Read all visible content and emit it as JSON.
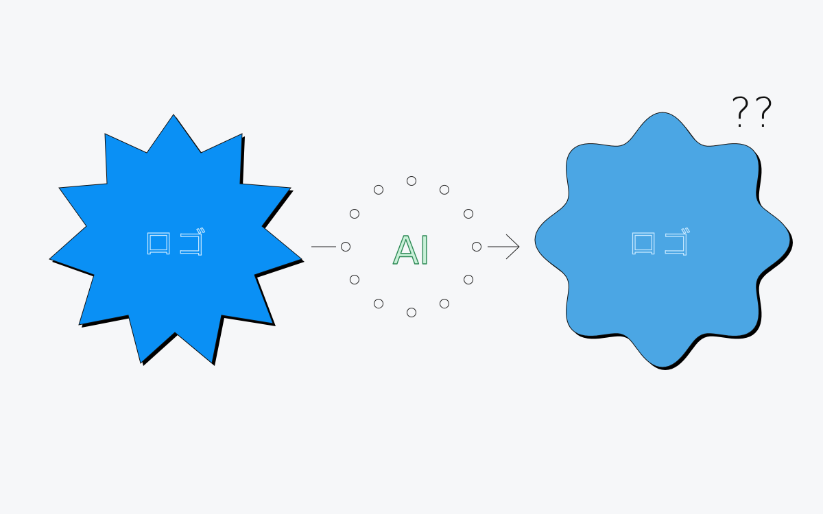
{
  "left_logo": {
    "label": "ロゴ",
    "fill": "#0a90f5",
    "text_color": "#c7e8ff"
  },
  "right_logo": {
    "label": "ロゴ",
    "fill": "#4ba6e4",
    "text_color": "#c7e8ff"
  },
  "ai": {
    "label": "AI",
    "fill": "#c9f0d8",
    "stroke": "#2e8a56"
  },
  "question": {
    "label": "??"
  },
  "colors": {
    "background": "#f6f7f9",
    "line": "#222222",
    "shadow": "#000000"
  }
}
